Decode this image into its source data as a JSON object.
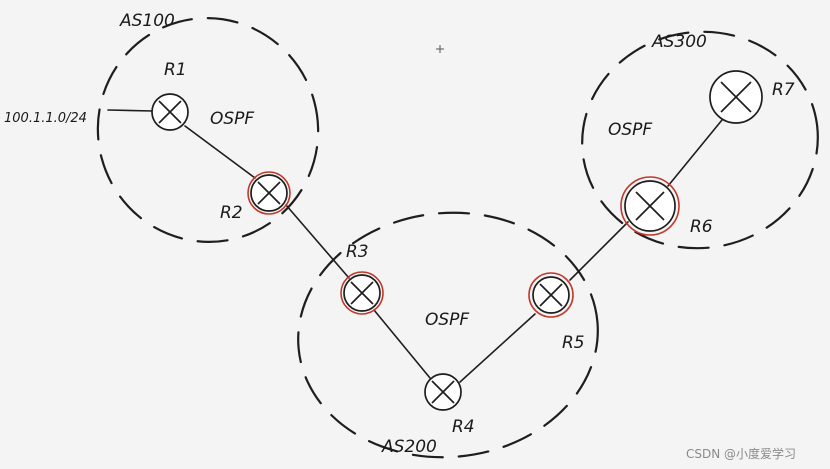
{
  "diagram": {
    "as_labels": {
      "as100": "AS100",
      "as200": "AS200",
      "as300": "AS300"
    },
    "protocol_labels": {
      "left": "OSPF",
      "middle": "OSPF",
      "right": "OSPF"
    },
    "routers": {
      "r1": "R1",
      "r2": "R2",
      "r3": "R3",
      "r4": "R4",
      "r5": "R5",
      "r6": "R6",
      "r7": "R7"
    },
    "network_label": "100.1.1.0/24",
    "highlighted_routers": [
      "R2",
      "R3",
      "R5",
      "R6"
    ],
    "highlight_color": "#c0392b"
  },
  "watermark": "CSDN @小度爱学习"
}
